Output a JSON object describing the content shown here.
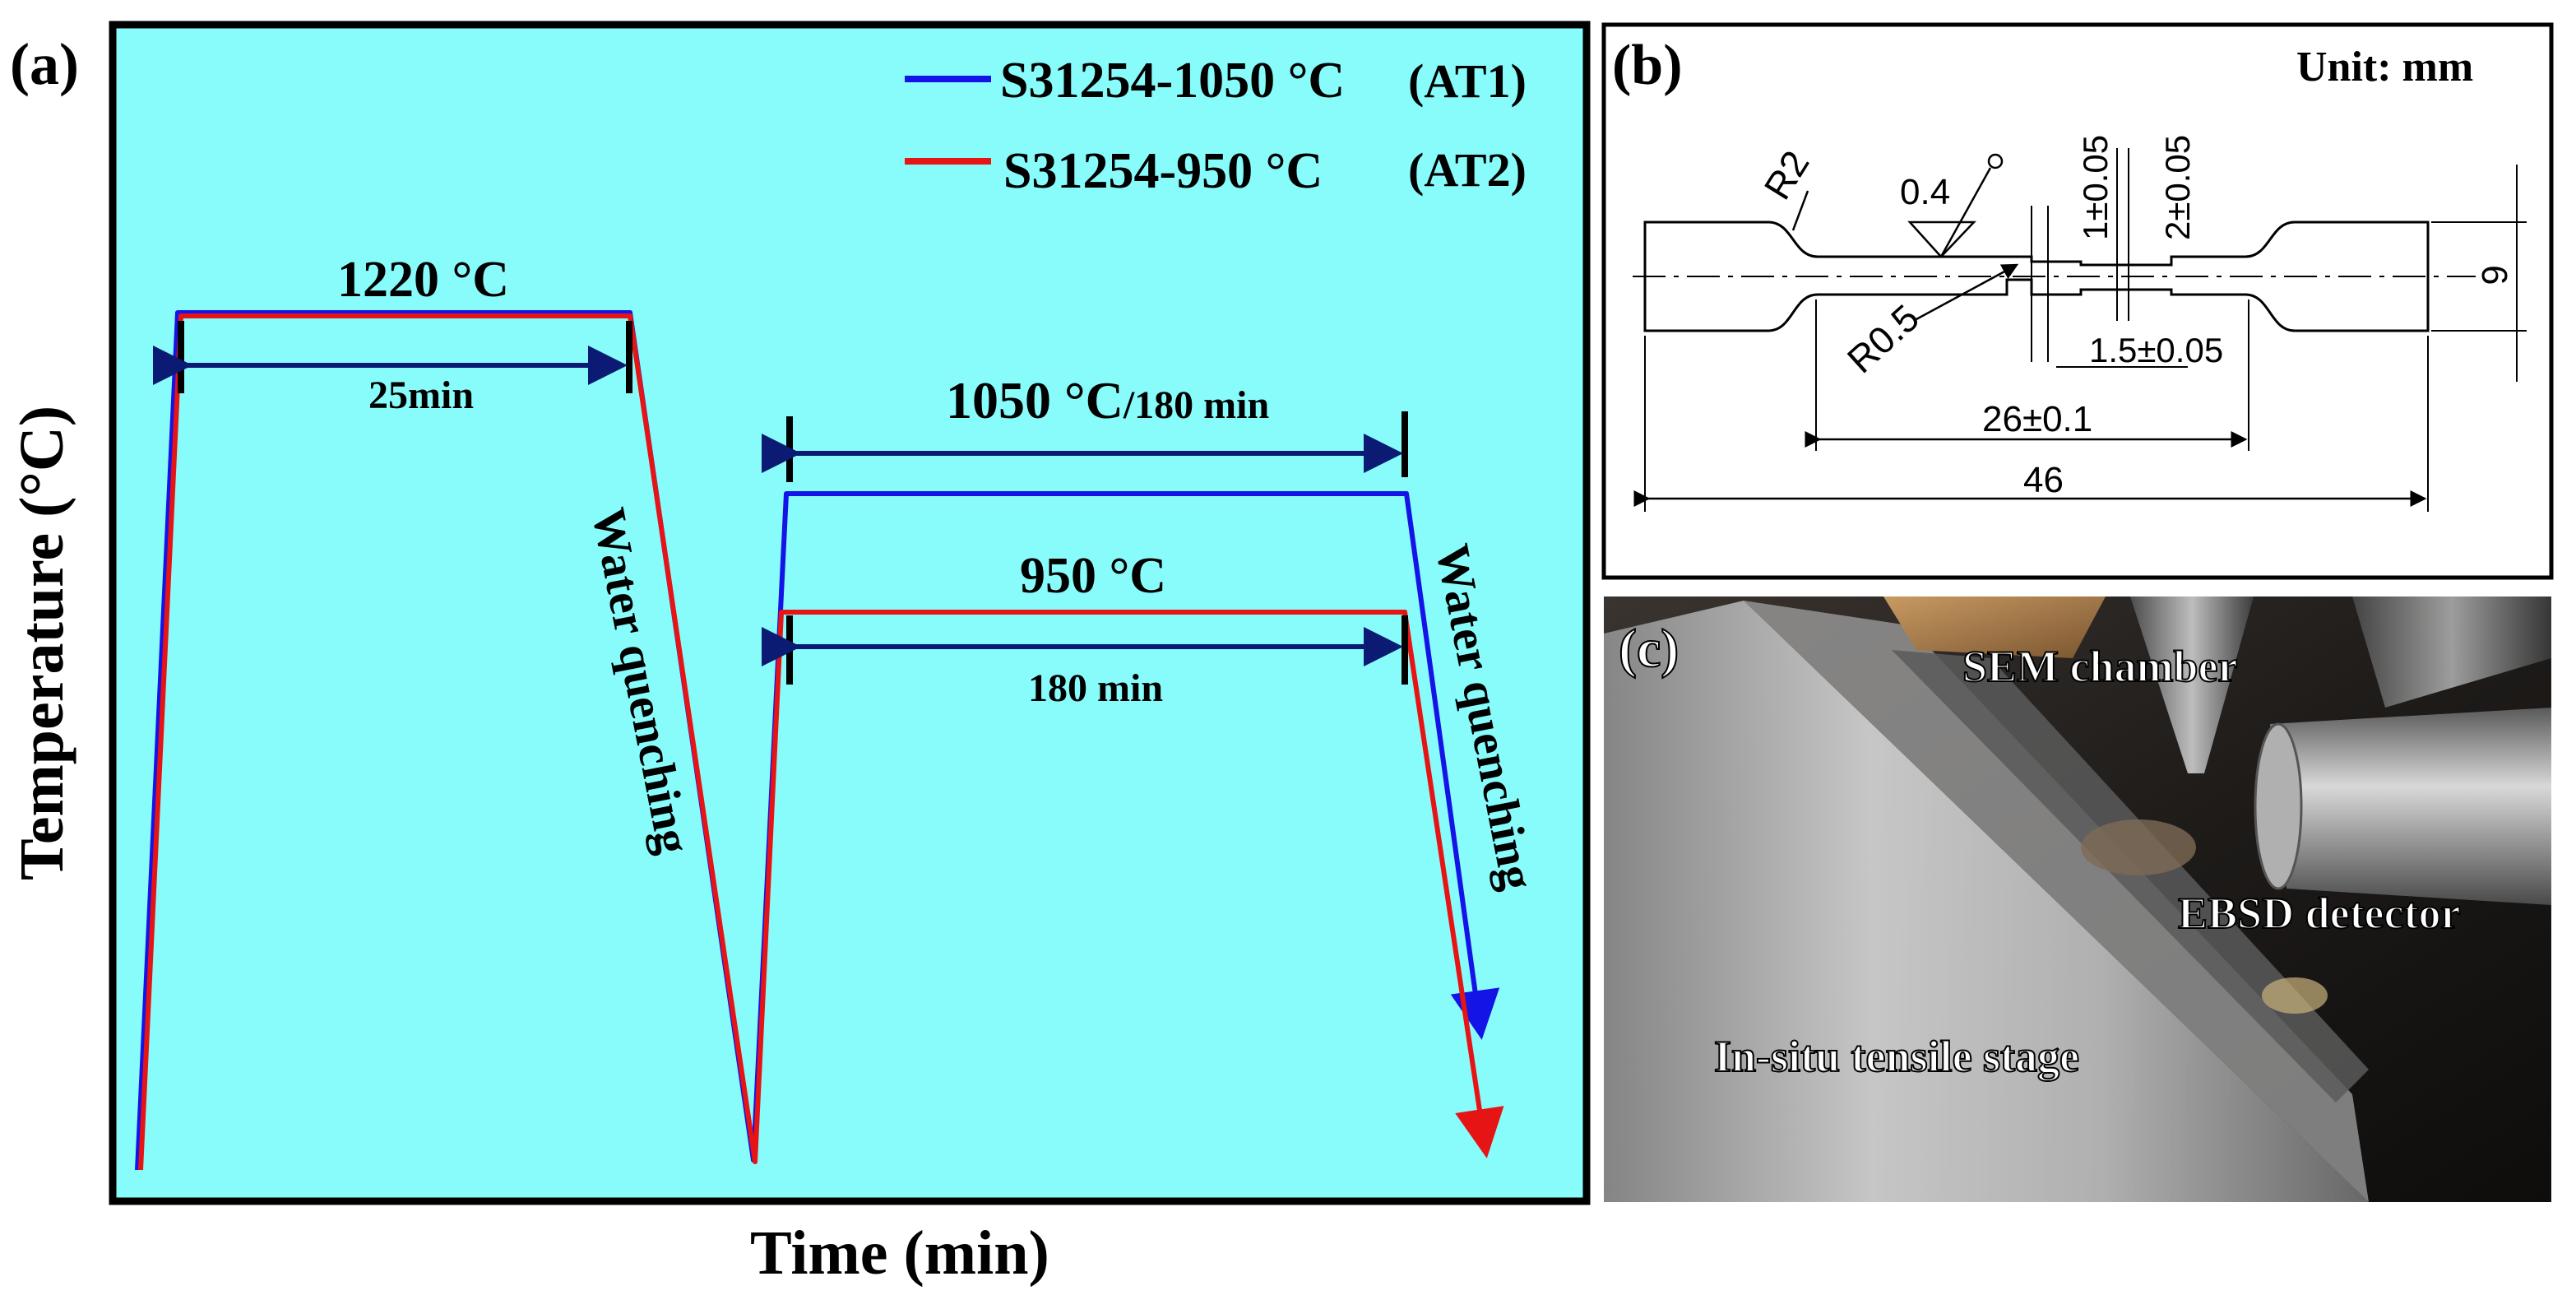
{
  "panel_a": {
    "label": "(a)",
    "ylabel": "Temperature (°C)",
    "xlabel": "Time (min)",
    "legend": [
      {
        "name": "S31254-1050 °C",
        "tag": "(AT1)",
        "color": "#1414e6"
      },
      {
        "name": "S31254-950 °C",
        "tag": "(AT2)",
        "color": "#e61414"
      }
    ],
    "annotations": {
      "solution_temp": "1220 °C",
      "solution_time": "25min",
      "aging1_temp": "1050 °C",
      "aging1_time": "/180 min",
      "aging2_temp": "950 °C",
      "aging2_time": "180 min",
      "quench1": "Water quenching",
      "quench2": "Water quenching"
    },
    "colors": {
      "background": "#88fbfb",
      "frame": "#000000",
      "dim": "#0b1a73"
    }
  },
  "chart_data": {
    "type": "line",
    "xlabel": "Time (min)",
    "ylabel": "Temperature (°C)",
    "series": [
      {
        "name": "S31254-1050 °C (AT1)",
        "color": "#1414e6"
      },
      {
        "name": "S31254-950 °C (AT2)",
        "color": "#e61414"
      }
    ]
  },
  "panel_b": {
    "label": "(b)",
    "unit": "Unit: mm",
    "dims": {
      "r2": "R2",
      "roughness": "0.4",
      "gauge_width_top": "1±0.05",
      "gauge_width_top2": "2±0.05",
      "r05": "R0.5",
      "gauge_length": "1.5±0.05",
      "grip_width": "6",
      "parallel_length": "26±0.1",
      "total_length": "46"
    }
  },
  "panel_c": {
    "label": "(c)",
    "sem": "SEM chamber",
    "ebsd": "EBSD detector",
    "stage": "In-situ tensile stage"
  }
}
